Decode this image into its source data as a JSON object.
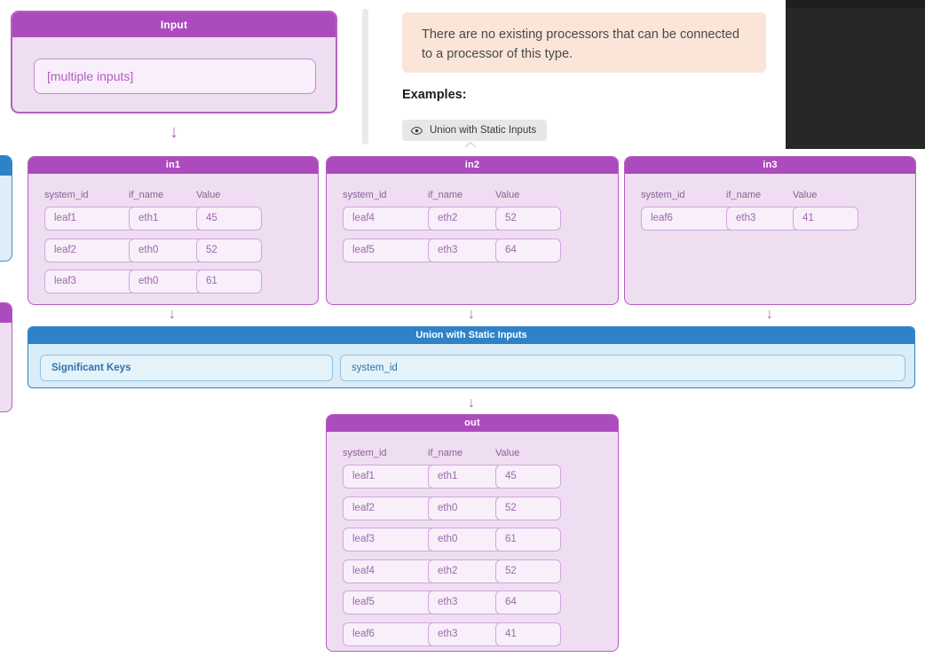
{
  "input_card": {
    "title": "Input",
    "field_value": "[multiple inputs]"
  },
  "info_panel": {
    "notice": "There are no existing processors that can be connected to a processor of this type.",
    "examples_label": "Examples:",
    "example_button": {
      "icon": "eye-icon",
      "label": "Union with Static Inputs"
    }
  },
  "columns": [
    "system_id",
    "if_name",
    "Value"
  ],
  "input_tables": [
    {
      "title": "in1",
      "rows": [
        [
          "leaf1",
          "eth1",
          "45"
        ],
        [
          "leaf2",
          "eth0",
          "52"
        ],
        [
          "leaf3",
          "eth0",
          "61"
        ]
      ]
    },
    {
      "title": "in2",
      "rows": [
        [
          "leaf4",
          "eth2",
          "52"
        ],
        [
          "leaf5",
          "eth3",
          "64"
        ]
      ]
    },
    {
      "title": "in3",
      "rows": [
        [
          "leaf6",
          "eth3",
          "41"
        ]
      ]
    }
  ],
  "processor": {
    "title": "Union with Static Inputs",
    "fields": [
      {
        "label": "Significant Keys",
        "bold": true
      },
      {
        "label": "system_id",
        "bold": false
      }
    ]
  },
  "output_table": {
    "title": "out",
    "rows": [
      [
        "leaf1",
        "eth1",
        "45"
      ],
      [
        "leaf2",
        "eth0",
        "52"
      ],
      [
        "leaf3",
        "eth0",
        "61"
      ],
      [
        "leaf4",
        "eth2",
        "52"
      ],
      [
        "leaf5",
        "eth3",
        "64"
      ],
      [
        "leaf6",
        "eth3",
        "41"
      ]
    ]
  },
  "arrows": {
    "glyph": "↓"
  },
  "colors": {
    "purple_header": "#ac4bbd",
    "purple_body": "#efdef1",
    "blue_header": "#2f82c7",
    "blue_body": "#d9ecf7",
    "notice_bg": "#fae5d8",
    "dark_panel": "#272727"
  }
}
